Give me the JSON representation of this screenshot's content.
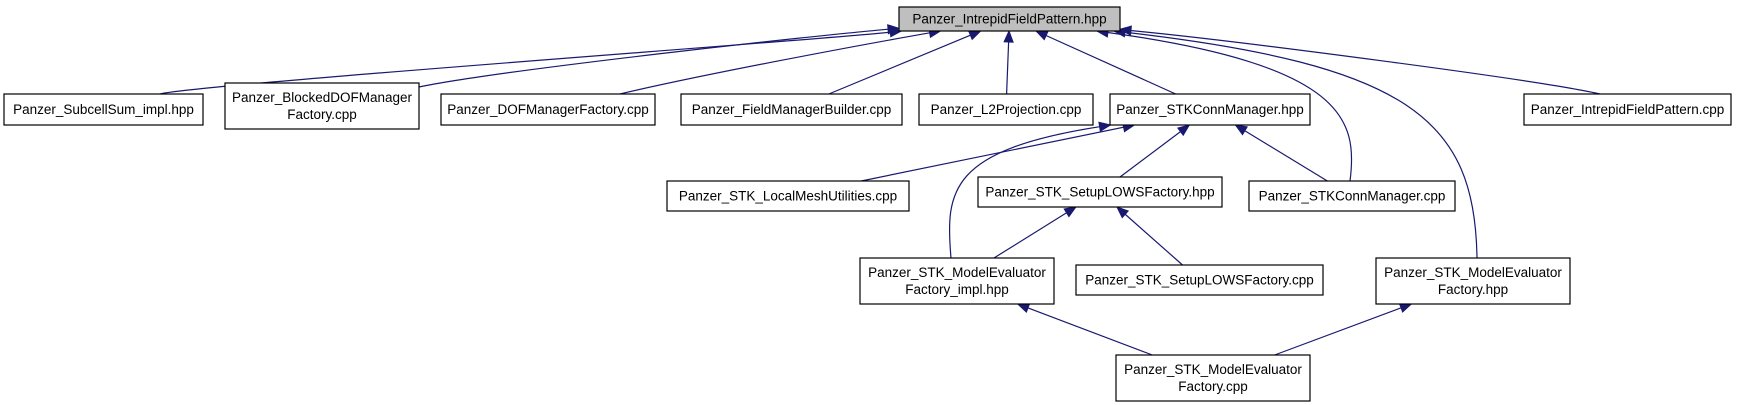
{
  "graph": {
    "nodes": [
      {
        "id": "root",
        "lines": [
          "Panzer_IntrepidFieldPattern.hpp"
        ],
        "highlighted": true
      },
      {
        "id": "subcellsum",
        "lines": [
          "Panzer_SubcellSum_impl.hpp"
        ]
      },
      {
        "id": "blockeddof",
        "lines": [
          "Panzer_BlockedDOFManager",
          "Factory.cpp"
        ]
      },
      {
        "id": "dofmanager",
        "lines": [
          "Panzer_DOFManagerFactory.cpp"
        ]
      },
      {
        "id": "fieldmanager",
        "lines": [
          "Panzer_FieldManagerBuilder.cpp"
        ]
      },
      {
        "id": "l2projection",
        "lines": [
          "Panzer_L2Projection.cpp"
        ]
      },
      {
        "id": "stkconn_hpp",
        "lines": [
          "Panzer_STKConnManager.hpp"
        ]
      },
      {
        "id": "intrepid_cpp",
        "lines": [
          "Panzer_IntrepidFieldPattern.cpp"
        ]
      },
      {
        "id": "localmesh",
        "lines": [
          "Panzer_STK_LocalMeshUtilities.cpp"
        ]
      },
      {
        "id": "setuplows_hpp",
        "lines": [
          "Panzer_STK_SetupLOWSFactory.hpp"
        ]
      },
      {
        "id": "stkconn_cpp",
        "lines": [
          "Panzer_STKConnManager.cpp"
        ]
      },
      {
        "id": "modeleval_impl",
        "lines": [
          "Panzer_STK_ModelEvaluator",
          "Factory_impl.hpp"
        ]
      },
      {
        "id": "setuplows_cpp",
        "lines": [
          "Panzer_STK_SetupLOWSFactory.cpp"
        ]
      },
      {
        "id": "modeleval_hpp",
        "lines": [
          "Panzer_STK_ModelEvaluator",
          "Factory.hpp"
        ]
      },
      {
        "id": "modeleval_cpp",
        "lines": [
          "Panzer_STK_ModelEvaluator",
          "Factory.cpp"
        ]
      }
    ],
    "edges": [
      {
        "from": "subcellsum",
        "to": "root"
      },
      {
        "from": "blockeddof",
        "to": "root"
      },
      {
        "from": "dofmanager",
        "to": "root"
      },
      {
        "from": "fieldmanager",
        "to": "root"
      },
      {
        "from": "l2projection",
        "to": "root"
      },
      {
        "from": "stkconn_hpp",
        "to": "root"
      },
      {
        "from": "stkconn_cpp",
        "to": "root"
      },
      {
        "from": "modeleval_hpp",
        "to": "root"
      },
      {
        "from": "intrepid_cpp",
        "to": "root"
      },
      {
        "from": "localmesh",
        "to": "stkconn_hpp"
      },
      {
        "from": "modeleval_impl",
        "to": "stkconn_hpp"
      },
      {
        "from": "setuplows_hpp",
        "to": "stkconn_hpp"
      },
      {
        "from": "stkconn_cpp",
        "to": "stkconn_hpp"
      },
      {
        "from": "modeleval_impl",
        "to": "setuplows_hpp"
      },
      {
        "from": "setuplows_cpp",
        "to": "setuplows_hpp"
      },
      {
        "from": "modeleval_cpp",
        "to": "modeleval_impl"
      },
      {
        "from": "modeleval_cpp",
        "to": "modeleval_hpp"
      }
    ]
  },
  "colors": {
    "edge": "#191970",
    "root_fill": "#bfbfbf",
    "node_fill": "#ffffff",
    "node_border": "#000000"
  }
}
